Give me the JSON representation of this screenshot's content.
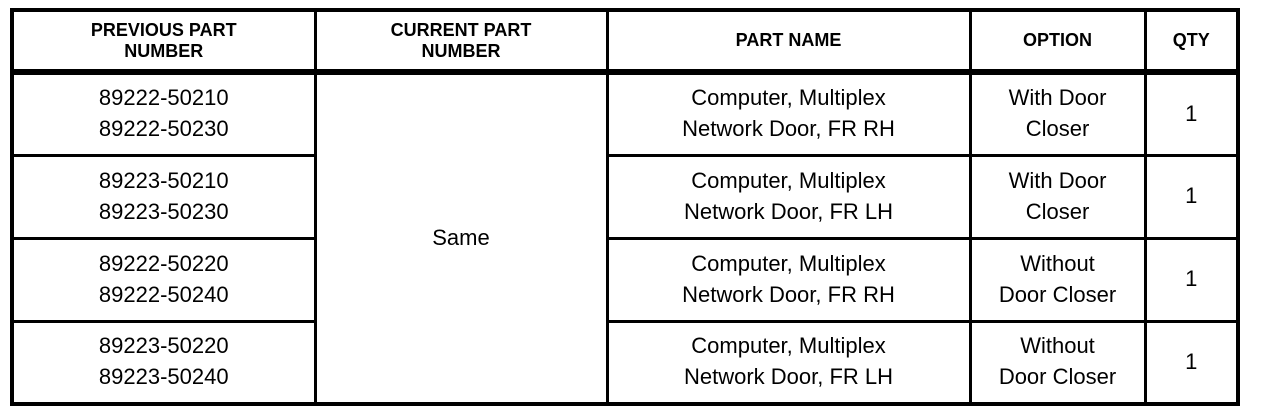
{
  "table": {
    "headers": {
      "previous": "PREVIOUS PART\nNUMBER",
      "current": "CURRENT PART\nNUMBER",
      "part_name": "PART NAME",
      "option": "OPTION",
      "qty": "QTY"
    },
    "current_part_number_value": "Same",
    "rows": [
      {
        "previous": "89222-50210\n89222-50230",
        "part_name": "Computer, Multiplex\nNetwork Door, FR RH",
        "option": "With Door\nCloser",
        "qty": "1"
      },
      {
        "previous": "89223-50210\n89223-50230",
        "part_name": "Computer, Multiplex\nNetwork Door, FR LH",
        "option": "With Door\nCloser",
        "qty": "1"
      },
      {
        "previous": "89222-50220\n89222-50240",
        "part_name": "Computer, Multiplex\nNetwork Door, FR RH",
        "option": "Without\nDoor Closer",
        "qty": "1"
      },
      {
        "previous": "89223-50220\n89223-50240",
        "part_name": "Computer, Multiplex\nNetwork Door, FR LH",
        "option": "Without\nDoor Closer",
        "qty": "1"
      }
    ],
    "colors": {
      "border": "#000000",
      "background": "#ffffff",
      "text": "#000000"
    }
  }
}
